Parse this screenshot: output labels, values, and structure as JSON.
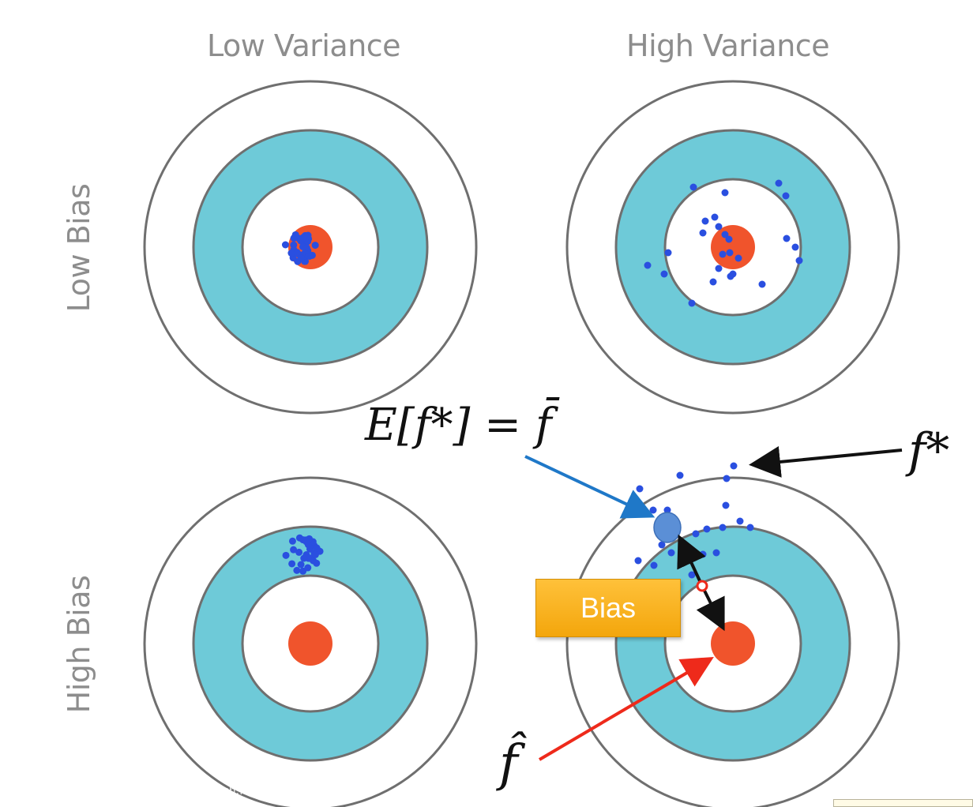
{
  "columns": {
    "low_variance": "Low Variance",
    "high_variance": "High Variance"
  },
  "rows": {
    "low_bias": "Low Bias",
    "high_bias": "High Bias"
  },
  "annotations": {
    "expectation_formula": "E[f*] = f̄",
    "f_star": "f*",
    "f_hat": "f̂",
    "bias_label": "Bias"
  },
  "watermark": "aish...",
  "colors": {
    "outer_ring": "#ffffff",
    "ring_stroke": "#6f6f6f",
    "target_band": "#6ecad8",
    "bullseye": "#f0542c",
    "points": "#2a4fe0",
    "mean_point": "#5b8fd6",
    "arrow_blue": "#1f78c8",
    "arrow_red": "#ee2a1b",
    "arrow_black": "#111111",
    "bias_box": "#f7b21c"
  },
  "panels": [
    {
      "id": "low-bias-low-variance",
      "bias": "low",
      "variance": "low"
    },
    {
      "id": "low-bias-high-variance",
      "bias": "low",
      "variance": "high"
    },
    {
      "id": "high-bias-low-variance",
      "bias": "high",
      "variance": "low"
    },
    {
      "id": "high-bias-high-variance",
      "bias": "high",
      "variance": "high"
    }
  ]
}
